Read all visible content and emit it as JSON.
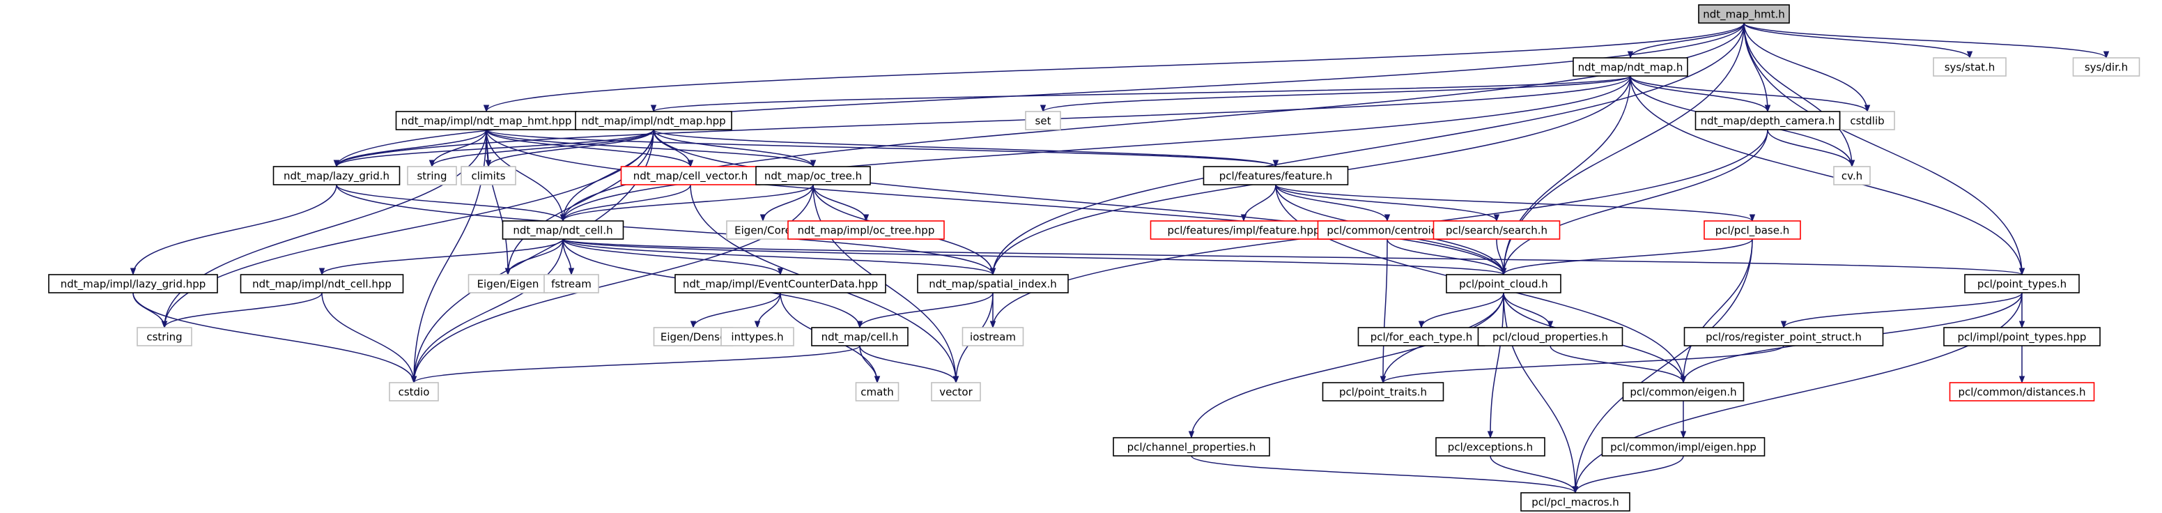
{
  "colors": {
    "edge": "#191970",
    "node_border": "#000000",
    "missing_border": "#bfbfbf",
    "link_border_red": "#ff0000",
    "root_fill": "#bfbfbf"
  },
  "nodes": [
    {
      "id": "n0",
      "label": "ndt_map_hmt.h",
      "kind": "root"
    },
    {
      "id": "n1",
      "label": "ndt_map/ndt_map.h",
      "kind": "normal"
    },
    {
      "id": "n2",
      "label": "sys/stat.h",
      "kind": "missing"
    },
    {
      "id": "n3",
      "label": "sys/dir.h",
      "kind": "missing"
    },
    {
      "id": "n4",
      "label": "set",
      "kind": "missing"
    },
    {
      "id": "n5",
      "label": "cstdlib",
      "kind": "missing"
    },
    {
      "id": "n6",
      "label": "ndt_map/impl/ndt_map_hmt.hpp",
      "kind": "normal"
    },
    {
      "id": "n7",
      "label": "ndt_map/impl/ndt_map.hpp",
      "kind": "normal"
    },
    {
      "id": "n8",
      "label": "ndt_map/depth_camera.h",
      "kind": "normal"
    },
    {
      "id": "n9",
      "label": "cv.h",
      "kind": "missing"
    },
    {
      "id": "n10",
      "label": "ndt_map/lazy_grid.h",
      "kind": "normal"
    },
    {
      "id": "n11",
      "label": "string",
      "kind": "missing"
    },
    {
      "id": "n12",
      "label": "climits",
      "kind": "missing"
    },
    {
      "id": "n13",
      "label": "ndt_map/cell_vector.h",
      "kind": "red"
    },
    {
      "id": "n14",
      "label": "ndt_map/oc_tree.h",
      "kind": "normal"
    },
    {
      "id": "n15",
      "label": "pcl/features/feature.h",
      "kind": "normal"
    },
    {
      "id": "n16",
      "label": "Eigen/Core",
      "kind": "missing"
    },
    {
      "id": "n17",
      "label": "ndt_map/impl/oc_tree.hpp",
      "kind": "red"
    },
    {
      "id": "n18",
      "label": "pcl/features/impl/feature.hpp",
      "kind": "red"
    },
    {
      "id": "n19",
      "label": "pcl/common/centroid.h",
      "kind": "red"
    },
    {
      "id": "n20",
      "label": "pcl/search/search.h",
      "kind": "red"
    },
    {
      "id": "n21",
      "label": "pcl/pcl_base.h",
      "kind": "red"
    },
    {
      "id": "n22",
      "label": "ndt_map/ndt_cell.h",
      "kind": "normal"
    },
    {
      "id": "n23",
      "label": "ndt_map/impl/lazy_grid.hpp",
      "kind": "normal"
    },
    {
      "id": "n24",
      "label": "ndt_map/impl/ndt_cell.hpp",
      "kind": "normal"
    },
    {
      "id": "n25",
      "label": "Eigen/Eigen",
      "kind": "missing"
    },
    {
      "id": "n26",
      "label": "fstream",
      "kind": "missing"
    },
    {
      "id": "n27",
      "label": "ndt_map/impl/EventCounterData.hpp",
      "kind": "normal"
    },
    {
      "id": "n28",
      "label": "ndt_map/spatial_index.h",
      "kind": "normal"
    },
    {
      "id": "n29",
      "label": "pcl/point_cloud.h",
      "kind": "normal"
    },
    {
      "id": "n30",
      "label": "pcl/point_types.h",
      "kind": "normal"
    },
    {
      "id": "n31",
      "label": "cstring",
      "kind": "missing"
    },
    {
      "id": "n32",
      "label": "Eigen/Dense",
      "kind": "missing"
    },
    {
      "id": "n33",
      "label": "inttypes.h",
      "kind": "missing"
    },
    {
      "id": "n34",
      "label": "ndt_map/cell.h",
      "kind": "normal"
    },
    {
      "id": "n35",
      "label": "iostream",
      "kind": "missing"
    },
    {
      "id": "n36",
      "label": "pcl/for_each_type.h",
      "kind": "normal"
    },
    {
      "id": "n37",
      "label": "pcl/cloud_properties.h",
      "kind": "normal"
    },
    {
      "id": "n38",
      "label": "pcl/ros/register_point_struct.h",
      "kind": "normal"
    },
    {
      "id": "n39",
      "label": "pcl/impl/point_types.hpp",
      "kind": "normal"
    },
    {
      "id": "n40",
      "label": "cstdio",
      "kind": "missing"
    },
    {
      "id": "n41",
      "label": "cmath",
      "kind": "missing"
    },
    {
      "id": "n42",
      "label": "vector",
      "kind": "missing"
    },
    {
      "id": "n43",
      "label": "pcl/point_traits.h",
      "kind": "normal"
    },
    {
      "id": "n44",
      "label": "pcl/common/eigen.h",
      "kind": "normal"
    },
    {
      "id": "n45",
      "label": "pcl/common/distances.h",
      "kind": "red"
    },
    {
      "id": "n46",
      "label": "pcl/channel_properties.h",
      "kind": "normal"
    },
    {
      "id": "n47",
      "label": "pcl/exceptions.h",
      "kind": "normal"
    },
    {
      "id": "n48",
      "label": "pcl/common/impl/eigen.hpp",
      "kind": "normal"
    },
    {
      "id": "n49",
      "label": "pcl/pcl_macros.h",
      "kind": "normal"
    }
  ],
  "edges": [
    [
      "n0",
      "n1"
    ],
    [
      "n0",
      "n2"
    ],
    [
      "n0",
      "n3"
    ],
    [
      "n0",
      "n5"
    ],
    [
      "n0",
      "n6"
    ],
    [
      "n0",
      "n8"
    ],
    [
      "n0",
      "n9"
    ],
    [
      "n0",
      "n10"
    ],
    [
      "n0",
      "n22"
    ],
    [
      "n0",
      "n28"
    ],
    [
      "n0",
      "n29"
    ],
    [
      "n0",
      "n30"
    ],
    [
      "n1",
      "n4"
    ],
    [
      "n1",
      "n5"
    ],
    [
      "n1",
      "n7"
    ],
    [
      "n1",
      "n8"
    ],
    [
      "n1",
      "n9"
    ],
    [
      "n1",
      "n10"
    ],
    [
      "n1",
      "n22"
    ],
    [
      "n1",
      "n28"
    ],
    [
      "n1",
      "n29"
    ],
    [
      "n1",
      "n30"
    ],
    [
      "n6",
      "n10"
    ],
    [
      "n6",
      "n11"
    ],
    [
      "n6",
      "n12"
    ],
    [
      "n6",
      "n13"
    ],
    [
      "n6",
      "n14"
    ],
    [
      "n6",
      "n15"
    ],
    [
      "n6",
      "n22"
    ],
    [
      "n6",
      "n25"
    ],
    [
      "n6",
      "n29"
    ],
    [
      "n6",
      "n31"
    ],
    [
      "n6",
      "n40"
    ],
    [
      "n7",
      "n10"
    ],
    [
      "n7",
      "n11"
    ],
    [
      "n7",
      "n12"
    ],
    [
      "n7",
      "n13"
    ],
    [
      "n7",
      "n14"
    ],
    [
      "n7",
      "n15"
    ],
    [
      "n7",
      "n22"
    ],
    [
      "n7",
      "n25"
    ],
    [
      "n7",
      "n29"
    ],
    [
      "n7",
      "n31"
    ],
    [
      "n7",
      "n40"
    ],
    [
      "n8",
      "n9"
    ],
    [
      "n8",
      "n29"
    ],
    [
      "n8",
      "n35"
    ],
    [
      "n10",
      "n22"
    ],
    [
      "n10",
      "n23"
    ],
    [
      "n10",
      "n28"
    ],
    [
      "n13",
      "n22"
    ],
    [
      "n13",
      "n42"
    ],
    [
      "n14",
      "n16"
    ],
    [
      "n14",
      "n17"
    ],
    [
      "n14",
      "n22"
    ],
    [
      "n14",
      "n28"
    ],
    [
      "n14",
      "n40"
    ],
    [
      "n14",
      "n42"
    ],
    [
      "n15",
      "n18"
    ],
    [
      "n15",
      "n19"
    ],
    [
      "n15",
      "n20"
    ],
    [
      "n15",
      "n21"
    ],
    [
      "n15",
      "n29"
    ],
    [
      "n15",
      "n44"
    ],
    [
      "n19",
      "n29"
    ],
    [
      "n19",
      "n43"
    ],
    [
      "n20",
      "n29"
    ],
    [
      "n21",
      "n29"
    ],
    [
      "n21",
      "n44"
    ],
    [
      "n21",
      "n49"
    ],
    [
      "n22",
      "n24"
    ],
    [
      "n22",
      "n25"
    ],
    [
      "n22",
      "n26"
    ],
    [
      "n22",
      "n27"
    ],
    [
      "n22",
      "n28"
    ],
    [
      "n22",
      "n29"
    ],
    [
      "n22",
      "n30"
    ],
    [
      "n22",
      "n34"
    ],
    [
      "n22",
      "n40"
    ],
    [
      "n23",
      "n31"
    ],
    [
      "n23",
      "n40"
    ],
    [
      "n24",
      "n31"
    ],
    [
      "n24",
      "n40"
    ],
    [
      "n27",
      "n32"
    ],
    [
      "n27",
      "n33"
    ],
    [
      "n27",
      "n41"
    ],
    [
      "n28",
      "n34"
    ],
    [
      "n28",
      "n35"
    ],
    [
      "n28",
      "n42"
    ],
    [
      "n29",
      "n36"
    ],
    [
      "n29",
      "n37"
    ],
    [
      "n29",
      "n43"
    ],
    [
      "n29",
      "n44"
    ],
    [
      "n29",
      "n46"
    ],
    [
      "n29",
      "n47"
    ],
    [
      "n29",
      "n49"
    ],
    [
      "n30",
      "n38"
    ],
    [
      "n30",
      "n39"
    ],
    [
      "n30",
      "n44"
    ],
    [
      "n30",
      "n49"
    ],
    [
      "n34",
      "n40"
    ],
    [
      "n34",
      "n41"
    ],
    [
      "n34",
      "n42"
    ],
    [
      "n37",
      "n44"
    ],
    [
      "n38",
      "n43"
    ],
    [
      "n39",
      "n45"
    ],
    [
      "n44",
      "n48"
    ],
    [
      "n46",
      "n49"
    ],
    [
      "n47",
      "n49"
    ],
    [
      "n48",
      "n49"
    ]
  ]
}
